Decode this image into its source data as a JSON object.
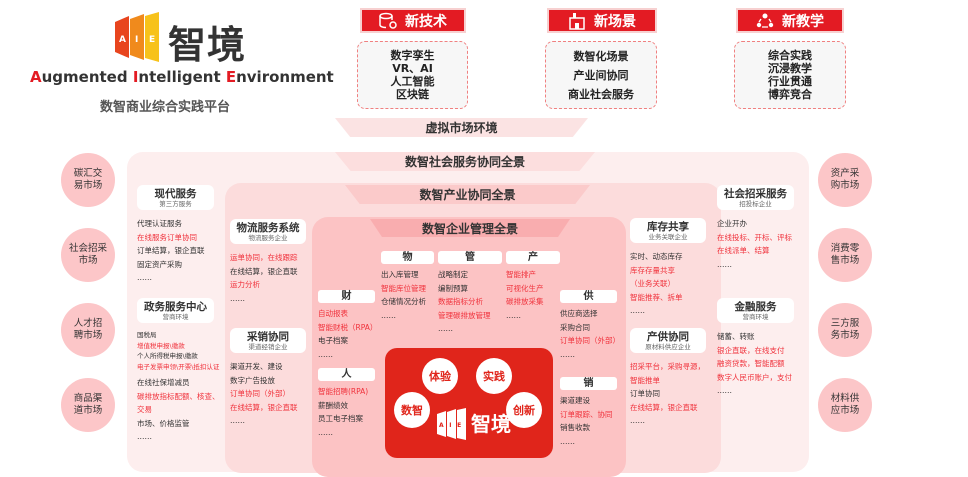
{
  "logo": {
    "mark_letters": "AIE",
    "name": "智境",
    "en_parts": [
      "A",
      "ugmented ",
      "I",
      "ntelligent ",
      "E",
      "nvironment"
    ],
    "subtitle": "数智商业综合实践平台"
  },
  "pillars": [
    {
      "title": "新技术",
      "icon": "database-gear-icon",
      "items": [
        "数字孪生",
        "VR、AI",
        "人工智能",
        "区块链"
      ]
    },
    {
      "title": "新场景",
      "icon": "factory-icon",
      "items": [
        "数智化场景",
        "产业间协同",
        "商业社会服务"
      ]
    },
    {
      "title": "新教学",
      "icon": "people-network-icon",
      "items": [
        "综合实践",
        "沉浸教学",
        "行业贯通",
        "博弈竞合"
      ]
    }
  ],
  "virtual_market": "虚拟市场环境",
  "social_panel": {
    "title": "数智社会服务协同全景"
  },
  "industry_panel": {
    "title": "数智产业协同全景"
  },
  "enterprise_panel": {
    "title": "数智企业管理全景"
  },
  "markets_left": [
    "碳汇交易市场",
    "社会招采市场",
    "人才招聘市场",
    "商品渠道市场"
  ],
  "markets_right": [
    "资产采购市场",
    "消费零售市场",
    "三方服务市场",
    "材料供应市场"
  ],
  "blocks": {
    "modern": {
      "title": "现代服务",
      "sub": "第三方服务",
      "items": [
        [
          "代理认证服务",
          0
        ],
        [
          "在线服务订单协同",
          1
        ],
        [
          "订单结算，银企直联",
          0
        ],
        [
          "固定资产采购",
          0
        ],
        [
          "……",
          0
        ]
      ]
    },
    "gov": {
      "title": "政务服务中心",
      "sub": "营商环境",
      "items": [
        [
          "国税局",
          0
        ],
        [
          "增值税申报\\缴款",
          1
        ],
        [
          "个人所得税申报\\缴款",
          0
        ],
        [
          "电子发票申领\\开票\\抵扣认证",
          1
        ]
      ],
      "items2": [
        [
          "在线社保增减员",
          0
        ],
        [
          "碳排放指标配额、核查、",
          1
        ],
        [
          "交易",
          1
        ],
        [
          "市场、价格监管",
          0
        ],
        [
          "……",
          0
        ]
      ]
    },
    "logistics": {
      "title": "物流服务系统",
      "sub": "物流服务企业",
      "items": [
        [
          "运单协同，在线跟踪",
          1
        ],
        [
          "在线结算，银企直联",
          0
        ],
        [
          "运力分析",
          1
        ],
        [
          "……",
          0
        ]
      ]
    },
    "sales": {
      "title": "采销协同",
      "sub": "渠道经销企业",
      "items": [
        [
          "渠道开发、建设",
          0
        ],
        [
          "数字广告投放",
          0
        ],
        [
          "订单协同（外部）",
          1
        ],
        [
          "在线结算，银企直联",
          1
        ],
        [
          "……",
          0
        ]
      ]
    },
    "inventory": {
      "title": "库存共享",
      "sub": "业务关联企业",
      "items": [
        [
          "实时、动态库存",
          0
        ],
        [
          "库存存量共享",
          1
        ],
        [
          "（业务关联）",
          1
        ],
        [
          "智能推荐、拆单",
          1
        ],
        [
          "……",
          0
        ]
      ]
    },
    "supply": {
      "title": "产供协同",
      "sub": "原材料供应企业",
      "items": [
        [
          "招采平台，采购寻源，",
          1
        ],
        [
          "智能推单",
          1
        ],
        [
          "订单协同",
          0
        ],
        [
          "在线结算，银企直联",
          1
        ],
        [
          "……",
          0
        ]
      ]
    },
    "tender": {
      "title": "社会招采服务",
      "sub": "招投标企业",
      "items": [
        [
          "企业开办",
          0
        ],
        [
          "在线投标、开标、评标",
          1
        ],
        [
          "在线派单、结算",
          1
        ],
        [
          "……",
          0
        ]
      ]
    },
    "finance": {
      "title": "金融服务",
      "sub": "营商环境",
      "items": [
        [
          "储蓄、转账",
          0
        ],
        [
          "银企直联，在线支付",
          1
        ],
        [
          "融资贷款，智能配额",
          1
        ],
        [
          "数字人民币账户，支付",
          1
        ],
        [
          "……",
          0
        ]
      ]
    },
    "wu": {
      "title": "物",
      "items": [
        [
          "出入库管理",
          0
        ],
        [
          "智能库位管理",
          1
        ],
        [
          "仓储情况分析",
          0
        ],
        [
          "……",
          0
        ]
      ]
    },
    "guan": {
      "title": "管",
      "items": [
        [
          "战略制定",
          0
        ],
        [
          "编制预算",
          0
        ],
        [
          "数据指标分析",
          1
        ],
        [
          "管理碳排放管理",
          1
        ],
        [
          "……",
          0
        ]
      ]
    },
    "chan": {
      "title": "产",
      "items": [
        [
          "智能排产",
          1
        ],
        [
          "可视化生产",
          1
        ],
        [
          "碳排放采集",
          1
        ],
        [
          "……",
          0
        ]
      ]
    },
    "cai": {
      "title": "财",
      "items": [
        [
          "自动报表",
          1
        ],
        [
          "智能财税（RPA）",
          1
        ],
        [
          "电子档案",
          0
        ],
        [
          "……",
          0
        ]
      ]
    },
    "ren": {
      "title": "人",
      "items": [
        [
          "智能招聘(RPA)",
          1
        ],
        [
          "薪酬绩效",
          0
        ],
        [
          "员工电子档案",
          0
        ],
        [
          "……",
          0
        ]
      ]
    },
    "gong": {
      "title": "供",
      "items": [
        [
          "供应商选择",
          0
        ],
        [
          "采购合同",
          0
        ],
        [
          "订单协同（外部）",
          1
        ],
        [
          "……",
          0
        ]
      ]
    },
    "xiao": {
      "title": "销",
      "items": [
        [
          "渠道建设",
          0
        ],
        [
          "订单跟踪、协同",
          1
        ],
        [
          "销售收款",
          0
        ],
        [
          "……",
          0
        ]
      ]
    }
  },
  "core": {
    "bubbles": [
      "体验",
      "实践",
      "数智",
      "创新"
    ],
    "name": "智境",
    "mark_letters": "AIE"
  },
  "colors": {
    "brand_red": "#e31b23",
    "core_red": "#e0251b",
    "highlight_text": "#f0323c"
  }
}
